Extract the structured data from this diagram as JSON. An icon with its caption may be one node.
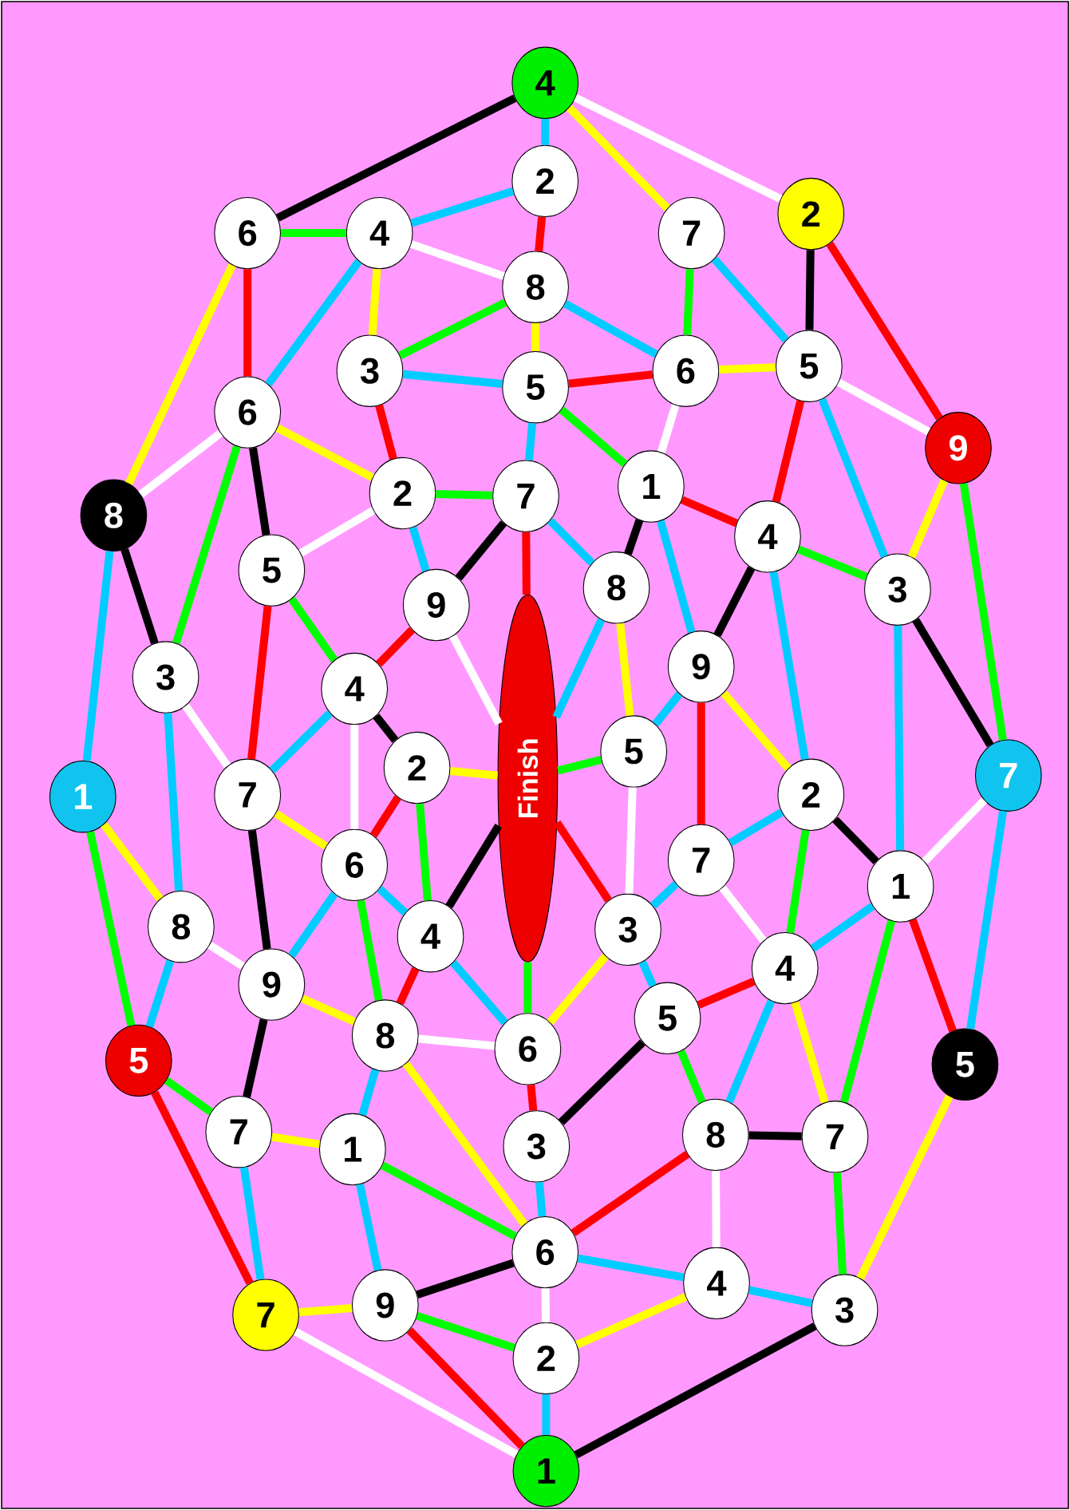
{
  "diagram": {
    "nodes": [
      {
        "text": [
          "4"
        ]
      },
      {
        "text": [
          "2"
        ]
      },
      {
        "text": [
          "2"
        ]
      },
      {
        "text": [
          "6"
        ]
      },
      {
        "text": [
          "4"
        ]
      },
      {
        "text": [
          "7"
        ]
      },
      {
        "text": [
          "8"
        ]
      },
      {
        "text": [
          "3"
        ]
      },
      {
        "text": [
          "5"
        ]
      },
      {
        "text": [
          "6"
        ]
      },
      {
        "text": [
          "5"
        ]
      },
      {
        "text": [
          "6"
        ]
      },
      {
        "text": [
          "9"
        ]
      },
      {
        "text": [
          "1"
        ]
      },
      {
        "text": [
          "2"
        ]
      },
      {
        "text": [
          "7"
        ]
      },
      {
        "text": [
          "8"
        ]
      },
      {
        "text": [
          "4"
        ]
      },
      {
        "text": [
          "5"
        ]
      },
      {
        "text": [
          "8"
        ]
      },
      {
        "text": [
          "3"
        ]
      },
      {
        "text": [
          "9"
        ]
      },
      {
        "text": [
          "3"
        ]
      },
      {
        "text": [
          "4"
        ]
      },
      {
        "text": [
          "9"
        ]
      },
      {
        "text": [
          "Finish"
        ]
      },
      {
        "text": [
          "5"
        ]
      },
      {
        "text": [
          "2"
        ]
      },
      {
        "text": [
          "7"
        ]
      },
      {
        "text": [
          "1"
        ]
      },
      {
        "text": [
          "7"
        ]
      },
      {
        "text": [
          "2"
        ]
      },
      {
        "text": [
          "6"
        ]
      },
      {
        "text": [
          "7"
        ]
      },
      {
        "text": [
          "1"
        ]
      },
      {
        "text": [
          "8"
        ]
      },
      {
        "text": [
          "4"
        ]
      },
      {
        "text": [
          "3"
        ]
      },
      {
        "text": [
          "4"
        ]
      },
      {
        "text": [
          "9"
        ]
      },
      {
        "text": [
          "5"
        ]
      },
      {
        "text": [
          "8"
        ]
      },
      {
        "text": [
          "6"
        ]
      },
      {
        "text": [
          "5"
        ]
      },
      {
        "text": [
          "5"
        ]
      },
      {
        "text": [
          "7"
        ]
      },
      {
        "text": [
          "1"
        ]
      },
      {
        "text": [
          "3"
        ]
      },
      {
        "text": [
          "8"
        ]
      },
      {
        "text": [
          "7"
        ]
      },
      {
        "text": [
          "6"
        ]
      },
      {
        "text": [
          "4"
        ]
      },
      {
        "text": [
          "3"
        ]
      },
      {
        "text": [
          "7"
        ]
      },
      {
        "text": [
          "9"
        ]
      },
      {
        "text": [
          "2"
        ]
      },
      {
        "text": [
          "1"
        ]
      }
    ],
    "edges": [
      {
        "from": 0,
        "to": 3,
        "arrow": "none",
        "color": "#000000"
      },
      {
        "from": 0,
        "to": 1,
        "arrow": "none",
        "color": "#00ccff"
      },
      {
        "from": 0,
        "to": 5,
        "arrow": "none",
        "color": "#ffff00"
      },
      {
        "from": 0,
        "to": 2,
        "arrow": "none",
        "color": "#ffffff"
      },
      {
        "from": 1,
        "to": 4,
        "arrow": "none",
        "color": "#00ccff"
      },
      {
        "from": 1,
        "to": 6,
        "arrow": "none",
        "color": "#ff0000"
      },
      {
        "from": 3,
        "to": 4,
        "arrow": "none",
        "color": "#00ff00"
      },
      {
        "from": 3,
        "to": 11,
        "arrow": "none",
        "color": "#ff0000"
      },
      {
        "from": 3,
        "to": 16,
        "arrow": "none",
        "color": "#ffff00"
      },
      {
        "from": 4,
        "to": 6,
        "arrow": "none",
        "color": "#ffffff"
      },
      {
        "from": 4,
        "to": 7,
        "arrow": "none",
        "color": "#ffff00"
      },
      {
        "from": 4,
        "to": 11,
        "arrow": "none",
        "color": "#00ccff"
      },
      {
        "from": 6,
        "to": 7,
        "arrow": "none",
        "color": "#00ff00"
      },
      {
        "from": 6,
        "to": 8,
        "arrow": "none",
        "color": "#ffff00"
      },
      {
        "from": 6,
        "to": 9,
        "arrow": "none",
        "color": "#00ccff"
      },
      {
        "from": 5,
        "to": 9,
        "arrow": "none",
        "color": "#00ff00"
      },
      {
        "from": 5,
        "to": 10,
        "arrow": "none",
        "color": "#00ccff"
      },
      {
        "from": 2,
        "to": 10,
        "arrow": "none",
        "color": "#000000"
      },
      {
        "from": 2,
        "to": 12,
        "arrow": "none",
        "color": "#ff0000"
      },
      {
        "from": 7,
        "to": 8,
        "arrow": "none",
        "color": "#00ccff"
      },
      {
        "from": 7,
        "to": 14,
        "arrow": "none",
        "color": "#ff0000"
      },
      {
        "from": 8,
        "to": 9,
        "arrow": "none",
        "color": "#ff0000"
      },
      {
        "from": 9,
        "to": 10,
        "arrow": "none",
        "color": "#ffff00"
      },
      {
        "from": 10,
        "to": 12,
        "arrow": "none",
        "color": "#ffffff"
      },
      {
        "from": 8,
        "to": 15,
        "arrow": "none",
        "color": "#00ccff"
      },
      {
        "from": 8,
        "to": 13,
        "arrow": "none",
        "color": "#00ff00"
      },
      {
        "from": 9,
        "to": 13,
        "arrow": "none",
        "color": "#ffffff"
      },
      {
        "from": 13,
        "to": 17,
        "arrow": "none",
        "color": "#ff0000"
      },
      {
        "from": 13,
        "to": 19,
        "arrow": "none",
        "color": "#000000"
      },
      {
        "from": 13,
        "to": 24,
        "arrow": "none",
        "color": "#00ccff"
      },
      {
        "from": 10,
        "to": 17,
        "arrow": "none",
        "color": "#ff0000"
      },
      {
        "from": 10,
        "to": 20,
        "arrow": "none",
        "color": "#00ccff"
      },
      {
        "from": 12,
        "to": 20,
        "arrow": "none",
        "color": "#ffff00"
      },
      {
        "from": 12,
        "to": 28,
        "arrow": "none",
        "color": "#00ff00"
      },
      {
        "from": 11,
        "to": 16,
        "arrow": "none",
        "color": "#ffffff"
      },
      {
        "from": 11,
        "to": 14,
        "arrow": "none",
        "color": "#ffff00"
      },
      {
        "from": 11,
        "to": 18,
        "arrow": "none",
        "color": "#000000"
      },
      {
        "from": 11,
        "to": 22,
        "arrow": "none",
        "color": "#00ff00"
      },
      {
        "from": 14,
        "to": 15,
        "arrow": "none",
        "color": "#00ff00"
      },
      {
        "from": 14,
        "to": 18,
        "arrow": "none",
        "color": "#ffffff"
      },
      {
        "from": 14,
        "to": 21,
        "arrow": "none",
        "color": "#00ccff"
      },
      {
        "from": 15,
        "to": 21,
        "arrow": "none",
        "color": "#000000"
      },
      {
        "from": 15,
        "to": 25,
        "arrow": "none",
        "color": "#ff0000"
      },
      {
        "from": 15,
        "to": 19,
        "arrow": "none",
        "color": "#00ccff"
      },
      {
        "from": 19,
        "to": 25,
        "arrow": "none",
        "color": "#00ccff"
      },
      {
        "from": 19,
        "to": 26,
        "arrow": "none",
        "color": "#ffff00"
      },
      {
        "from": 17,
        "to": 20,
        "arrow": "none",
        "color": "#00ff00"
      },
      {
        "from": 17,
        "to": 24,
        "arrow": "none",
        "color": "#000000"
      },
      {
        "from": 17,
        "to": 31,
        "arrow": "none",
        "color": "#00ccff"
      },
      {
        "from": 20,
        "to": 34,
        "arrow": "none",
        "color": "#00ccff"
      },
      {
        "from": 20,
        "to": 28,
        "arrow": "none",
        "color": "#000000"
      },
      {
        "from": 16,
        "to": 22,
        "arrow": "none",
        "color": "#000000"
      },
      {
        "from": 16,
        "to": 29,
        "arrow": "none",
        "color": "#00ccff"
      },
      {
        "from": 18,
        "to": 23,
        "arrow": "none",
        "color": "#00ff00"
      },
      {
        "from": 18,
        "to": 30,
        "arrow": "none",
        "color": "#ff0000"
      },
      {
        "from": 21,
        "to": 23,
        "arrow": "none",
        "color": "#ff0000"
      },
      {
        "from": 21,
        "to": 25,
        "arrow": "none",
        "color": "#ffffff"
      },
      {
        "from": 22,
        "to": 30,
        "arrow": "none",
        "color": "#ffffff"
      },
      {
        "from": 22,
        "to": 35,
        "arrow": "none",
        "color": "#00ccff"
      },
      {
        "from": 23,
        "to": 27,
        "arrow": "none",
        "color": "#000000"
      },
      {
        "from": 23,
        "to": 30,
        "arrow": "none",
        "color": "#00ccff"
      },
      {
        "from": 23,
        "to": 32,
        "arrow": "none",
        "color": "#ffffff"
      },
      {
        "from": 27,
        "to": 25,
        "arrow": "none",
        "color": "#ffff00"
      },
      {
        "from": 26,
        "to": 25,
        "arrow": "none",
        "color": "#00ff00"
      },
      {
        "from": 24,
        "to": 26,
        "arrow": "none",
        "color": "#00ccff"
      },
      {
        "from": 24,
        "to": 33,
        "arrow": "none",
        "color": "#ff0000"
      },
      {
        "from": 24,
        "to": 31,
        "arrow": "none",
        "color": "#ffff00"
      },
      {
        "from": 26,
        "to": 37,
        "arrow": "none",
        "color": "#ffffff"
      },
      {
        "from": 28,
        "to": 34,
        "arrow": "none",
        "color": "#ffffff"
      },
      {
        "from": 28,
        "to": 43,
        "arrow": "none",
        "color": "#00ccff"
      },
      {
        "from": 31,
        "to": 33,
        "arrow": "none",
        "color": "#00ccff"
      },
      {
        "from": 31,
        "to": 34,
        "arrow": "none",
        "color": "#000000"
      },
      {
        "from": 31,
        "to": 38,
        "arrow": "none",
        "color": "#00ff00"
      },
      {
        "from": 33,
        "to": 38,
        "arrow": "none",
        "color": "#ffffff"
      },
      {
        "from": 34,
        "to": 38,
        "arrow": "none",
        "color": "#00ccff"
      },
      {
        "from": 34,
        "to": 43,
        "arrow": "none",
        "color": "#ff0000"
      },
      {
        "from": 34,
        "to": 49,
        "arrow": "none",
        "color": "#00ff00"
      },
      {
        "from": 27,
        "to": 32,
        "arrow": "none",
        "color": "#ff0000"
      },
      {
        "from": 27,
        "to": 36,
        "arrow": "none",
        "color": "#00ff00"
      },
      {
        "from": 30,
        "to": 32,
        "arrow": "none",
        "color": "#ffff00"
      },
      {
        "from": 30,
        "to": 39,
        "arrow": "none",
        "color": "#000000"
      },
      {
        "from": 32,
        "to": 39,
        "arrow": "none",
        "color": "#00ccff"
      },
      {
        "from": 32,
        "to": 36,
        "arrow": "none",
        "color": "#00ccff"
      },
      {
        "from": 32,
        "to": 41,
        "arrow": "none",
        "color": "#00ff00"
      },
      {
        "from": 36,
        "to": 25,
        "arrow": "none",
        "color": "#000000"
      },
      {
        "from": 36,
        "to": 41,
        "arrow": "none",
        "color": "#ff0000"
      },
      {
        "from": 36,
        "to": 42,
        "arrow": "none",
        "color": "#00ccff"
      },
      {
        "from": 25,
        "to": 37,
        "arrow": "none",
        "color": "#ff0000"
      },
      {
        "from": 25,
        "to": 42,
        "arrow": "none",
        "color": "#00ff00"
      },
      {
        "from": 37,
        "to": 33,
        "arrow": "none",
        "color": "#00ccff"
      },
      {
        "from": 37,
        "to": 40,
        "arrow": "none",
        "color": "#00ccff"
      },
      {
        "from": 37,
        "to": 42,
        "arrow": "none",
        "color": "#ffff00"
      },
      {
        "from": 29,
        "to": 35,
        "arrow": "none",
        "color": "#ffff00"
      },
      {
        "from": 29,
        "to": 44,
        "arrow": "none",
        "color": "#00ff00"
      },
      {
        "from": 35,
        "to": 44,
        "arrow": "none",
        "color": "#00ccff"
      },
      {
        "from": 35,
        "to": 39,
        "arrow": "none",
        "color": "#ffffff"
      },
      {
        "from": 39,
        "to": 41,
        "arrow": "none",
        "color": "#ffff00"
      },
      {
        "from": 39,
        "to": 45,
        "arrow": "none",
        "color": "#000000"
      },
      {
        "from": 38,
        "to": 40,
        "arrow": "none",
        "color": "#ff0000"
      },
      {
        "from": 38,
        "to": 48,
        "arrow": "none",
        "color": "#00ccff"
      },
      {
        "from": 38,
        "to": 49,
        "arrow": "none",
        "color": "#ffff00"
      },
      {
        "from": 40,
        "to": 48,
        "arrow": "none",
        "color": "#00ff00"
      },
      {
        "from": 40,
        "to": 47,
        "arrow": "none",
        "color": "#000000"
      },
      {
        "from": 41,
        "to": 42,
        "arrow": "none",
        "color": "#ffffff"
      },
      {
        "from": 41,
        "to": 46,
        "arrow": "none",
        "color": "#00ccff"
      },
      {
        "from": 41,
        "to": 50,
        "arrow": "none",
        "color": "#ffff00"
      },
      {
        "from": 42,
        "to": 47,
        "arrow": "none",
        "color": "#ff0000"
      },
      {
        "from": 44,
        "to": 45,
        "arrow": "none",
        "color": "#00ff00"
      },
      {
        "from": 44,
        "to": 53,
        "arrow": "none",
        "color": "#ff0000"
      },
      {
        "from": 45,
        "to": 46,
        "arrow": "none",
        "color": "#ffff00"
      },
      {
        "from": 45,
        "to": 53,
        "arrow": "none",
        "color": "#00ccff"
      },
      {
        "from": 46,
        "to": 50,
        "arrow": "none",
        "color": "#00ff00"
      },
      {
        "from": 46,
        "to": 54,
        "arrow": "none",
        "color": "#00ccff"
      },
      {
        "from": 47,
        "to": 50,
        "arrow": "none",
        "color": "#00ccff"
      },
      {
        "from": 48,
        "to": 49,
        "arrow": "none",
        "color": "#000000"
      },
      {
        "from": 48,
        "to": 50,
        "arrow": "none",
        "color": "#ff0000"
      },
      {
        "from": 48,
        "to": 51,
        "arrow": "none",
        "color": "#ffffff"
      },
      {
        "from": 49,
        "to": 52,
        "arrow": "none",
        "color": "#00ff00"
      },
      {
        "from": 43,
        "to": 52,
        "arrow": "none",
        "color": "#ffff00"
      },
      {
        "from": 50,
        "to": 51,
        "arrow": "none",
        "color": "#00ccff"
      },
      {
        "from": 50,
        "to": 54,
        "arrow": "none",
        "color": "#000000"
      },
      {
        "from": 50,
        "to": 55,
        "arrow": "none",
        "color": "#ffffff"
      },
      {
        "from": 51,
        "to": 52,
        "arrow": "none",
        "color": "#00ccff"
      },
      {
        "from": 51,
        "to": 55,
        "arrow": "none",
        "color": "#ffff00"
      },
      {
        "from": 53,
        "to": 54,
        "arrow": "none",
        "color": "#ffff00"
      },
      {
        "from": 53,
        "to": 56,
        "arrow": "none",
        "color": "#ffffff"
      },
      {
        "from": 54,
        "to": 55,
        "arrow": "none",
        "color": "#00ff00"
      },
      {
        "from": 54,
        "to": 56,
        "arrow": "none",
        "color": "#ff0000"
      },
      {
        "from": 55,
        "to": 56,
        "arrow": "none",
        "color": "#00ccff"
      },
      {
        "from": 52,
        "to": 56,
        "arrow": "none",
        "color": "#000000"
      }
    ]
  }
}
